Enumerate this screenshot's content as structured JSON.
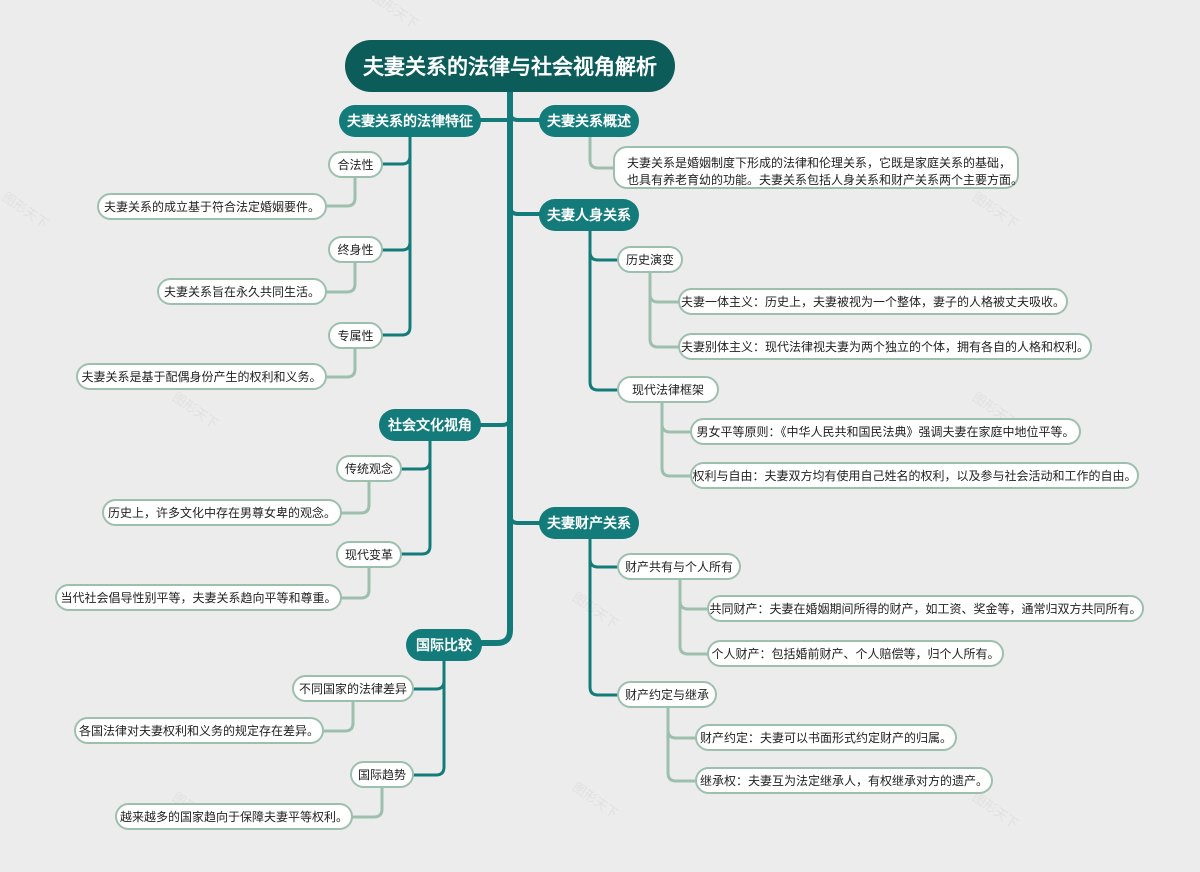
{
  "title": "夫妻关系的法律与社会视角解析",
  "watermark": "图形天下",
  "colors": {
    "root": "#0c5c5a",
    "branch": "#137b7a",
    "leaf_border": "#9dbfae",
    "background": "#ececec"
  },
  "left": {
    "legal": {
      "label": "夫妻关系的法律特征",
      "items": [
        {
          "label": "合法性",
          "detail": "夫妻关系的成立基于符合法定婚姻要件。"
        },
        {
          "label": "终身性",
          "detail": "夫妻关系旨在永久共同生活。"
        },
        {
          "label": "专属性",
          "detail": "夫妻关系是基于配偶身份产生的权利和义务。"
        }
      ]
    },
    "culture": {
      "label": "社会文化视角",
      "items": [
        {
          "label": "传统观念",
          "detail": "历史上，许多文化中存在男尊女卑的观念。"
        },
        {
          "label": "现代变革",
          "detail": "当代社会倡导性别平等，夫妻关系趋向平等和尊重。"
        }
      ]
    },
    "intl": {
      "label": "国际比较",
      "items": [
        {
          "label": "不同国家的法律差异",
          "detail": "各国法律对夫妻权利和义务的规定存在差异。"
        },
        {
          "label": "国际趋势",
          "detail": "越来越多的国家趋向于保障夫妻平等权利。"
        }
      ]
    }
  },
  "right": {
    "overview": {
      "label": "夫妻关系概述",
      "detail": "夫妻关系是婚姻制度下形成的法律和伦理关系，它既是家庭关系的基础，\n也具有养老育幼的功能。夫妻关系包括人身关系和财产关系两个主要方面。"
    },
    "personal": {
      "label": "夫妻人身关系",
      "groups": [
        {
          "label": "历史演变",
          "items": [
            "夫妻一体主义：历史上，夫妻被视为一个整体，妻子的人格被丈夫吸收。",
            "夫妻别体主义：现代法律视夫妻为两个独立的个体，拥有各自的人格和权利。"
          ]
        },
        {
          "label": "现代法律框架",
          "items": [
            "男女平等原则：《中华人民共和国民法典》强调夫妻在家庭中地位平等。",
            "权利与自由：夫妻双方均有使用自己姓名的权利，以及参与社会活动和工作的自由。"
          ]
        }
      ]
    },
    "property": {
      "label": "夫妻财产关系",
      "groups": [
        {
          "label": "财产共有与个人所有",
          "items": [
            "共同财产：夫妻在婚姻期间所得的财产，如工资、奖金等，通常归双方共同所有。",
            "个人财产：包括婚前财产、个人赔偿等，归个人所有。"
          ]
        },
        {
          "label": "财产约定与继承",
          "items": [
            "财产约定：夫妻可以书面形式约定财产的归属。",
            "继承权：夫妻互为法定继承人，有权继承对方的遗产。"
          ]
        }
      ]
    }
  }
}
